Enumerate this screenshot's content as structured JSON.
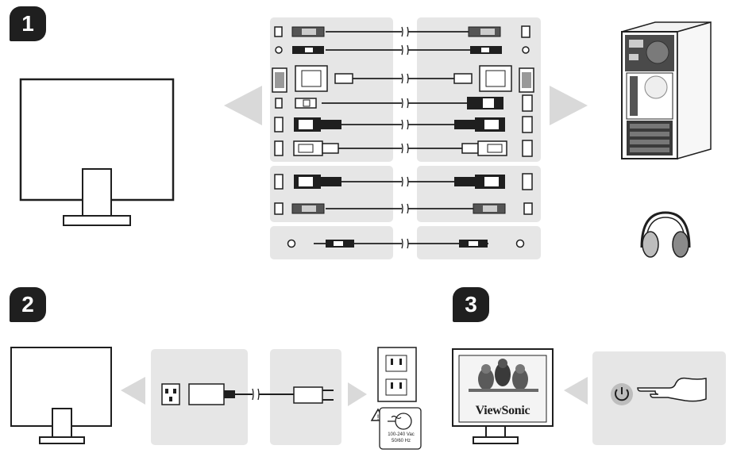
{
  "steps": [
    {
      "number": "1"
    },
    {
      "number": "2"
    },
    {
      "number": "3"
    }
  ],
  "power_label": {
    "voltage": "100-240 Vac",
    "frequency": "50/60 Hz"
  },
  "screen_brand": "ViewSonic",
  "colors": {
    "panel": "#e6e6e6",
    "arrow": "#d9d9d9",
    "ink": "#1f1f1f",
    "badge": "#1f1f1f"
  },
  "icons": [
    "monitor-icon",
    "computer-tower-icon",
    "headphones-icon",
    "power-outlet-icon",
    "warning-icon",
    "power-button-icon",
    "pointing-hand-icon",
    "birds-icon"
  ]
}
